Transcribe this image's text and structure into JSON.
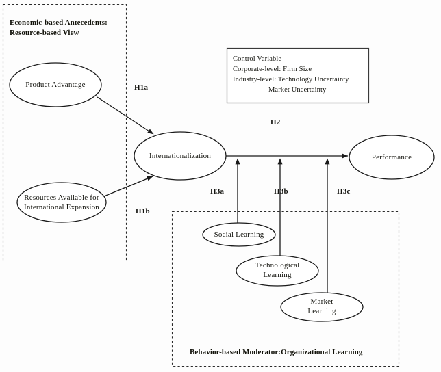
{
  "diagram": {
    "title_left_group_line1": "Economic-based Antecedents:",
    "title_left_group_line2": "Resource-based View",
    "title_bottom_group": "Behavior-based Moderator:Organizational Learning"
  },
  "control_box": {
    "line1": "Control Variable",
    "line2": "Corporate-level: Firm Size",
    "line3": "Industry-level: Technology Uncertainty",
    "line4": "Market Uncertainty"
  },
  "nodes": [
    {
      "id": "product-advantage",
      "label": "Product Advantage"
    },
    {
      "id": "resources-available",
      "label_line1": "Resources Available for",
      "label_line2": "International Expansion"
    },
    {
      "id": "internationalization",
      "label": "Internationalization"
    },
    {
      "id": "performance",
      "label": "Performance"
    },
    {
      "id": "social-learning",
      "label": "Social Learning"
    },
    {
      "id": "technological-learning",
      "label_line1": "Technological",
      "label_line2": "Learning"
    },
    {
      "id": "market-learning",
      "label_line1": "Market",
      "label_line2": "Learning"
    }
  ],
  "hypotheses": {
    "h1a": "H1a",
    "h1b": "H1b",
    "h2": "H2",
    "h3a": "H3a",
    "h3b": "H3b",
    "h3c": "H3c"
  },
  "colors": {
    "stroke": "#1a1a1a",
    "background": "#fdfdfd",
    "text": "#141410"
  }
}
